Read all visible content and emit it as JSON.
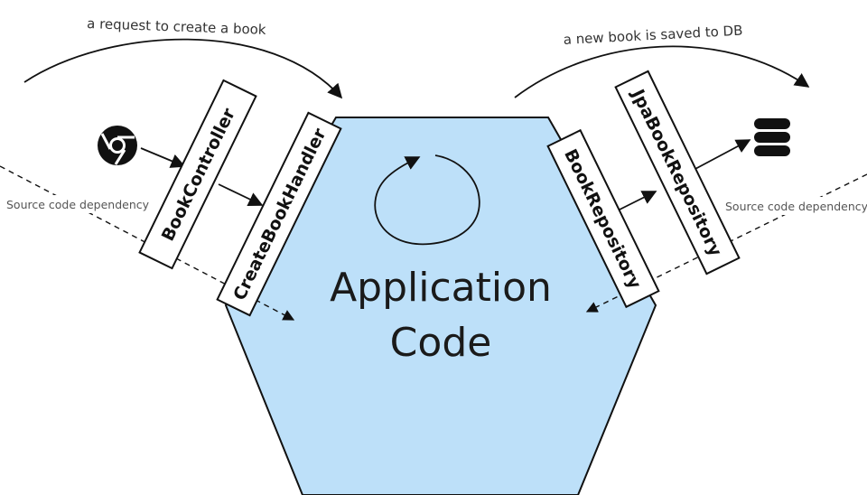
{
  "annotations": {
    "request": "a request to create a book",
    "saved": "a new book is saved to DB",
    "dependency_left": "Source code dependency",
    "dependency_right": "Source code dependency"
  },
  "components": {
    "book_controller": "BookController",
    "create_book_handler": "CreateBookHandler",
    "book_repository": "BookRepository",
    "jpa_book_repository": "JpaBookRepository"
  },
  "core": {
    "line1": "Application",
    "line2": "Code"
  },
  "icons": {
    "browser": "chrome-icon",
    "database": "database-icon"
  },
  "colors": {
    "hexagon_fill": "#bde0f9",
    "stroke": "#111111"
  }
}
